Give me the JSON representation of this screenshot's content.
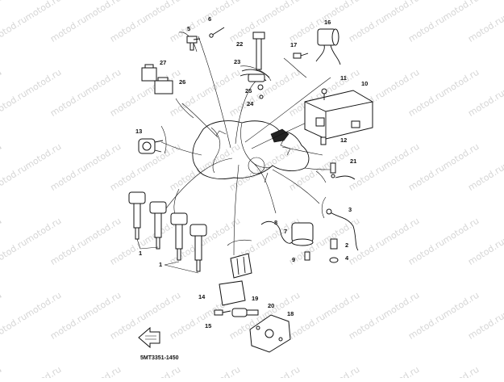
{
  "diagram": {
    "drawing_code": "5MT3351-1450",
    "watermark_text": "motod.ru",
    "callouts": [
      {
        "id": "c1a",
        "label": "1"
      },
      {
        "id": "c1b",
        "label": "1"
      },
      {
        "id": "c2",
        "label": "2"
      },
      {
        "id": "c3",
        "label": "3"
      },
      {
        "id": "c4",
        "label": "4"
      },
      {
        "id": "c5",
        "label": "5"
      },
      {
        "id": "c6",
        "label": "6"
      },
      {
        "id": "c7",
        "label": "7"
      },
      {
        "id": "c8",
        "label": "8"
      },
      {
        "id": "c9",
        "label": "9"
      },
      {
        "id": "c10",
        "label": "10"
      },
      {
        "id": "c11",
        "label": "11"
      },
      {
        "id": "c12",
        "label": "12"
      },
      {
        "id": "c13",
        "label": "13"
      },
      {
        "id": "c14",
        "label": "14"
      },
      {
        "id": "c15",
        "label": "15"
      },
      {
        "id": "c16",
        "label": "16"
      },
      {
        "id": "c17",
        "label": "17"
      },
      {
        "id": "c18",
        "label": "18"
      },
      {
        "id": "c19",
        "label": "19"
      },
      {
        "id": "c20",
        "label": "20"
      },
      {
        "id": "c21",
        "label": "21"
      },
      {
        "id": "c22",
        "label": "22"
      },
      {
        "id": "c23",
        "label": "23"
      },
      {
        "id": "c24",
        "label": "24"
      },
      {
        "id": "c25",
        "label": "25"
      },
      {
        "id": "c26",
        "label": "26"
      },
      {
        "id": "c27",
        "label": "27"
      }
    ]
  }
}
